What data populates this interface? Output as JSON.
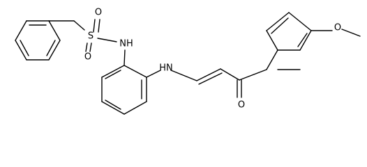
{
  "molecule": {
    "atoms": {
      "sulfur": "S",
      "sulfonyl_oxygen_upper": "O",
      "sulfonyl_oxygen_lower": "O",
      "sulfonamide_nh": "NH",
      "enamine_nh": "HN",
      "ketone_oxygen": "O",
      "methoxy_oxygen": "O"
    }
  }
}
